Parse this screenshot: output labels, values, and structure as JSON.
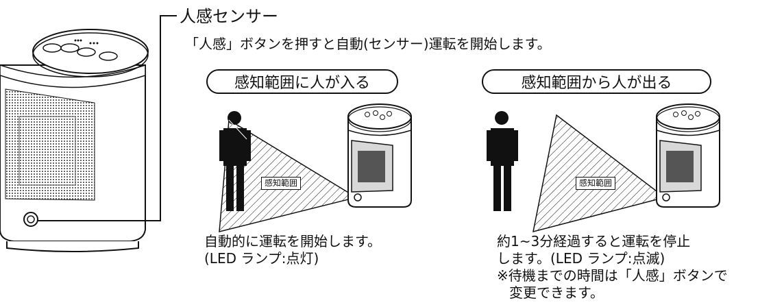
{
  "sensor_label": "人感センサー",
  "intro_text": "「人感」ボタンを押すと自動(センサー)運転を開始します。",
  "panel_enter": {
    "title": "感知範囲に人が入る",
    "zone_label": "感知範囲",
    "caption_line1": "自動的に運転を開始します。",
    "caption_line2": "(LED ランプ:点灯)"
  },
  "panel_exit": {
    "title": "感知範囲から人が出る",
    "zone_label": "感知範囲",
    "caption_line1": "約1~3分経過すると運転を停止",
    "caption_line2": "します。(LED ランプ:点滅)",
    "caption_line3": "※待機までの時間は「人感」ボタンで",
    "caption_line4": "変更できます。"
  }
}
